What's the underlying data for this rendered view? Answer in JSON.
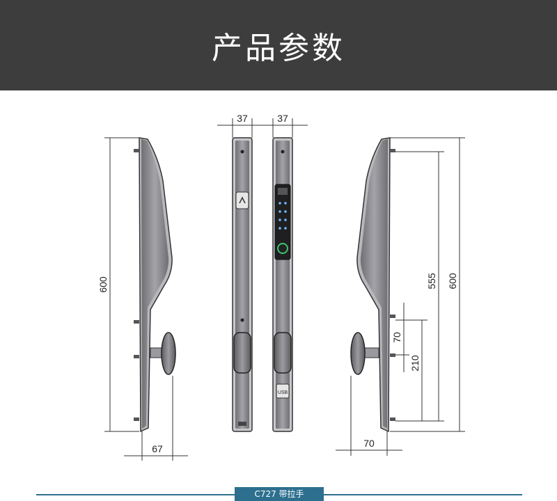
{
  "header": {
    "title": "产品参数"
  },
  "dimensions": {
    "width_left": "37",
    "width_right": "37",
    "height_left": "600",
    "height_right_total": "600",
    "height_right_inner": "555",
    "spacing_small": "70",
    "spacing_mid": "210",
    "depth_left": "67",
    "depth_right": "70"
  },
  "panel_labels": {
    "usb": "USB"
  },
  "footer": {
    "model": "C727 带拉手"
  },
  "colors": {
    "header_bg": "#3d3d3d",
    "accent": "#2d6f8f",
    "body_fill": "#8e8e93"
  }
}
